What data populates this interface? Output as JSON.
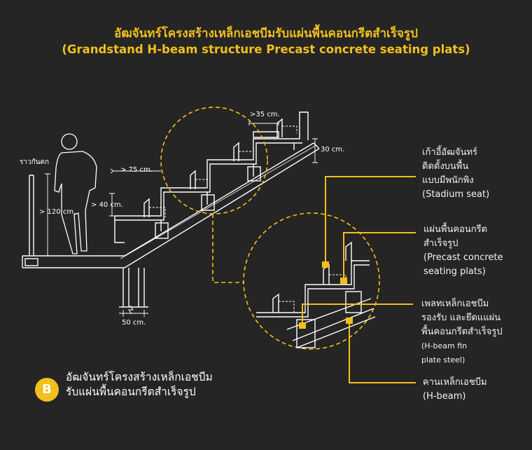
{
  "title_th": "อัฒจันทร์โครงสร้างเหล็กเอชบีมรับแผ่นพื้นคอนกรีตสำเร็จรูป",
  "title_en": "(Grandstand H-beam structure Precast concrete seating plats)",
  "dimensions": {
    "seat_width": ">35 cm.",
    "step_height": "30 cm.",
    "tread": "> 75 cm.",
    "seat_height": "> 40 cm.",
    "railing": "ราวกันตก",
    "railing_height": "> 120 cm.",
    "column": "50 cm."
  },
  "labels": [
    {
      "lines": [
        "เก้าอี้อัฒจันทร์",
        "ติดตั้งบนพื้น",
        "แบบมีพนักพิง",
        "(Stadium seat)"
      ]
    },
    {
      "lines": [
        "แผ่นพื้นคอนกรีต",
        "สำเร็จรูป",
        "(Precast concrete",
        "seating plats)"
      ]
    },
    {
      "lines": [
        "เพลทเหล็กเอชบีม",
        "รองรับ และยึดแแผ่น",
        "พื้นคอนกรีตสำเร็จรูป"
      ],
      "sub": [
        "(H-beam fin",
        "plate steel)"
      ]
    },
    {
      "lines": [
        "คานเหล็กเอชบีม",
        "(H-beam)"
      ]
    }
  ],
  "badge": "B",
  "caption": [
    "อัฒจันทร์โครงสร้างเหล็กเอชบีม",
    "รับแผ่นพื้นคอนกรีตสำเร็จรูป"
  ],
  "colors": {
    "background": "#252525",
    "accent": "#f2bf1d",
    "line": "#ffffff"
  }
}
